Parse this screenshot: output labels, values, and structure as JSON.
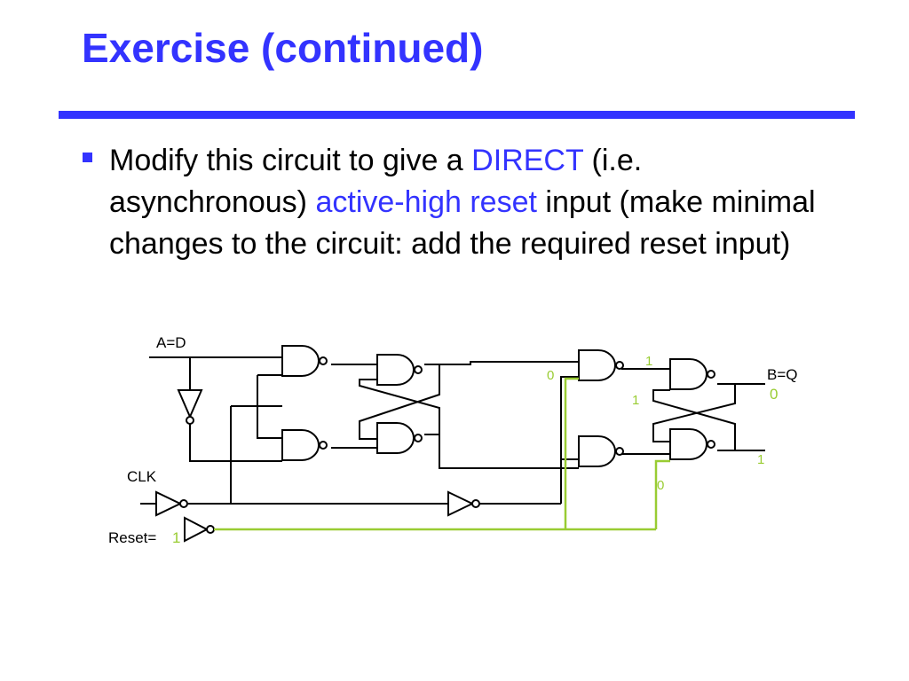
{
  "slide": {
    "title": "Exercise (continued)",
    "bullet": {
      "t1": "Modify this circuit to give a ",
      "h1": "DIRECT",
      "t2": " (i.e. asynchronous) ",
      "h2": "active-high reset",
      "t3": " input (make minimal changes to the circuit: add the required reset input)"
    }
  },
  "circuit": {
    "labels": {
      "input_a": "A=D",
      "clk": "CLK",
      "reset_prefix": "Reset=",
      "reset_value": "1",
      "output_b": "B=Q",
      "output_b_value": "0",
      "slave_top_in": "0",
      "slave_out_top": "1",
      "slave_mid": "1",
      "slave_out_bottom": "1",
      "slave_reset_in": "0"
    },
    "colors": {
      "wire": "#000000",
      "reset_wire": "#99cc33",
      "highlight_text": "#99cc33",
      "accent": "#3333ff"
    }
  }
}
